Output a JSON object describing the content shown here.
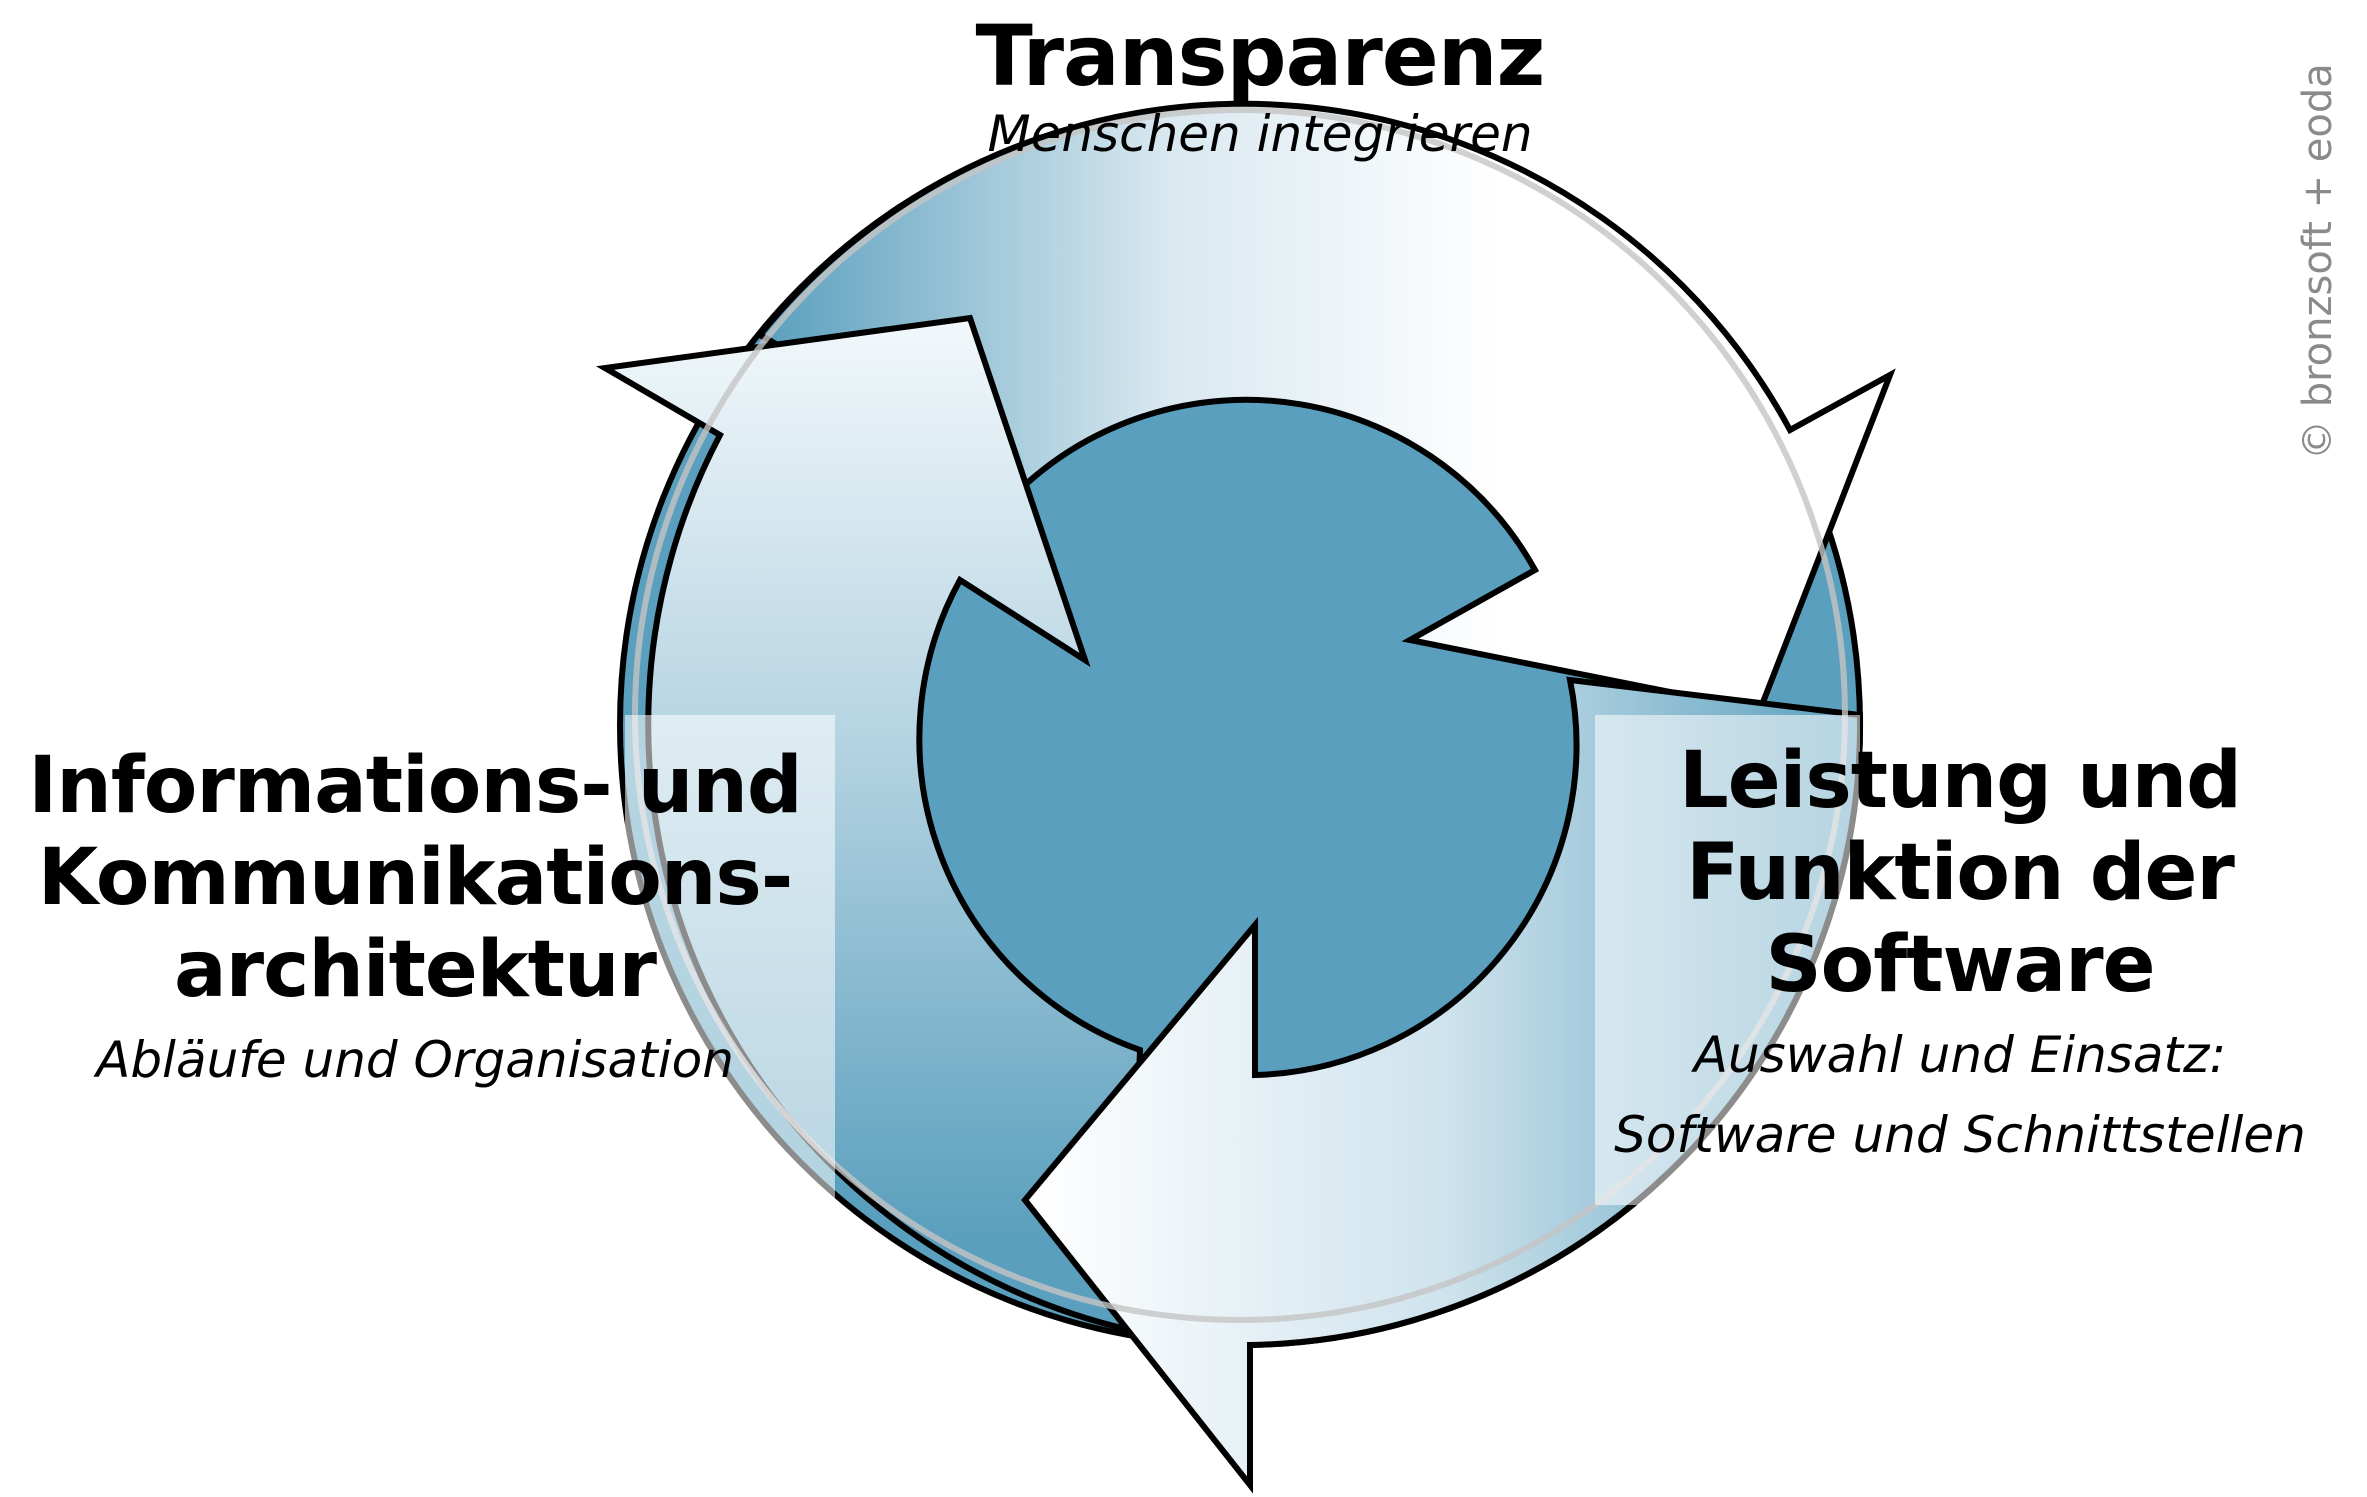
{
  "colors": {
    "arrow_dark": "#5a9fbd",
    "arrow_light": "#ffffff",
    "outline": "#000000",
    "watermark": "#8a8a8a"
  },
  "nodes": {
    "top": {
      "title": "Transparenz",
      "subtitle": "Menschen integrieren"
    },
    "left": {
      "title_lines": [
        "Informations- und",
        "Kommunikations-",
        "architektur"
      ],
      "subtitle": "Abläufe und Organisation"
    },
    "right": {
      "title_lines": [
        "Leistung und",
        "Funktion der",
        "Software"
      ],
      "subtitle_lines": [
        "Auswahl und Einsatz:",
        "Software und Schnittstellen"
      ]
    }
  },
  "copyright": "© bronzsoft + eoda"
}
